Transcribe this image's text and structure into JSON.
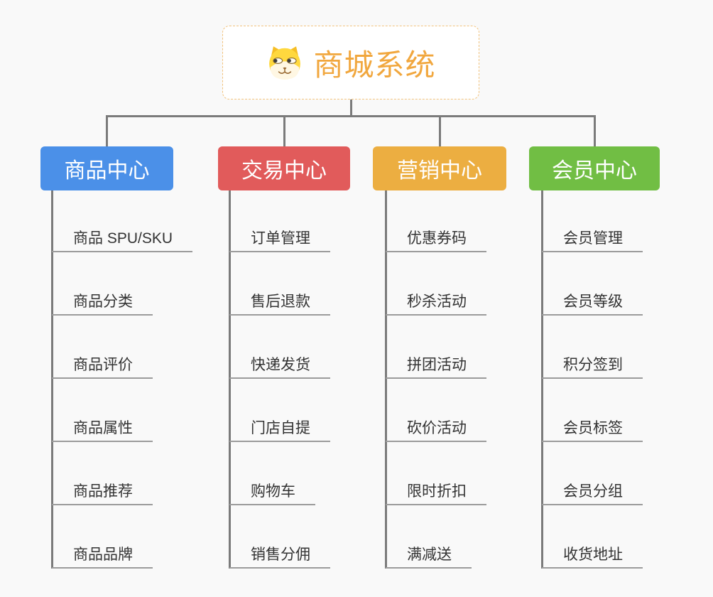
{
  "colors": {
    "background": "#F9F9F9",
    "connector": "#7B7B7B",
    "underline": "#9B9B9B",
    "leaf_text": "#333333",
    "root_text": "#F1A73E",
    "root_border": "#F2C27C",
    "root_bg": "#FFFFFF",
    "branch_text": "#FFFFFF"
  },
  "root": {
    "title": "商城系统",
    "icon": "doge-icon"
  },
  "branches": [
    {
      "label": "商品中心",
      "color": "#4B90E8",
      "children": [
        "商品 SPU/SKU",
        "商品分类",
        "商品评价",
        "商品属性",
        "商品推荐",
        "商品品牌"
      ]
    },
    {
      "label": "交易中心",
      "color": "#E15B5B",
      "children": [
        "订单管理",
        "售后退款",
        "快递发货",
        "门店自提",
        "购物车",
        "销售分佣"
      ]
    },
    {
      "label": "营销中心",
      "color": "#ECAE41",
      "children": [
        "优惠券码",
        "秒杀活动",
        "拼团活动",
        "砍价活动",
        "限时折扣",
        "满减送"
      ]
    },
    {
      "label": "会员中心",
      "color": "#71BE44",
      "children": [
        "会员管理",
        "会员等级",
        "积分签到",
        "会员标签",
        "会员分组",
        "收货地址"
      ]
    }
  ]
}
